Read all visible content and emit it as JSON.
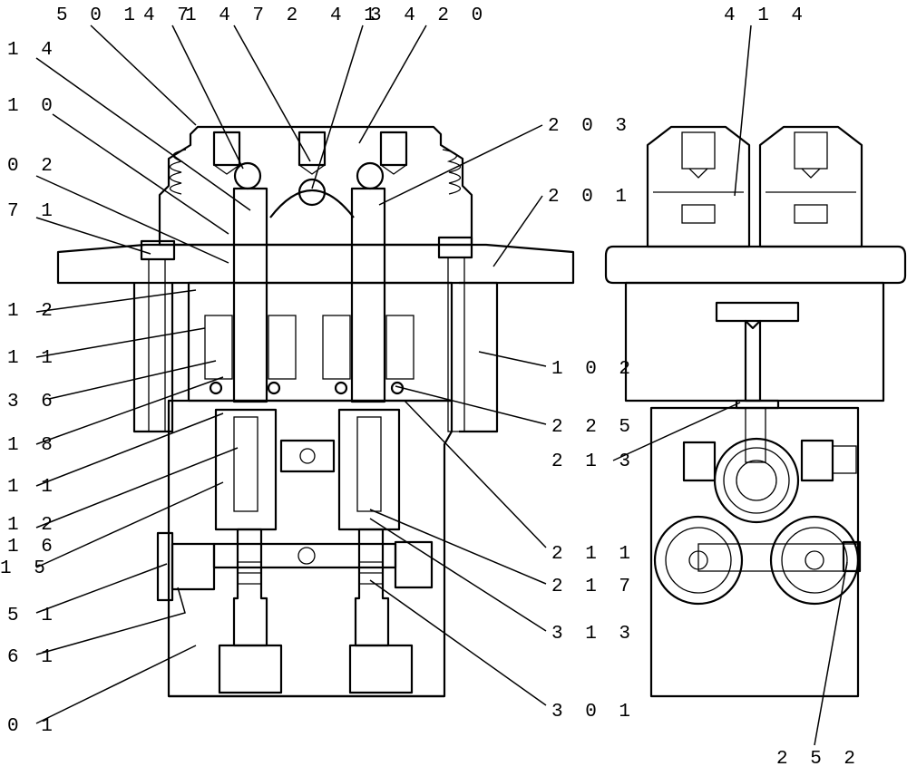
{
  "callouts": {
    "c501": "5 0 1",
    "c47": "4 7",
    "c1472": "1 4 7 2",
    "c41": "4 1",
    "c3420": "3 4 2 0",
    "c14": "1 4",
    "c10": "1 0",
    "c02": "0 2",
    "c71": "7 1",
    "c12a": "1 2",
    "c11a": "1 1",
    "c36": "3 6",
    "c18": "1 8",
    "c11b": "1 1",
    "c12b": "1 2",
    "c16": "1 6",
    "c15": "1 5",
    "c51": "5 1",
    "c61": "6 1",
    "c01": "0 1",
    "c203": "2 0 3",
    "c201": "2 0 1",
    "c102": "1 0 2",
    "c225": "2 2 5",
    "c213": "2 1 3",
    "c211": "2 1 1",
    "c217": "2 1 7",
    "c313": "3 1 3",
    "c301": "3 0 1",
    "c414": "4 1 4",
    "c252": "2 5 2"
  }
}
